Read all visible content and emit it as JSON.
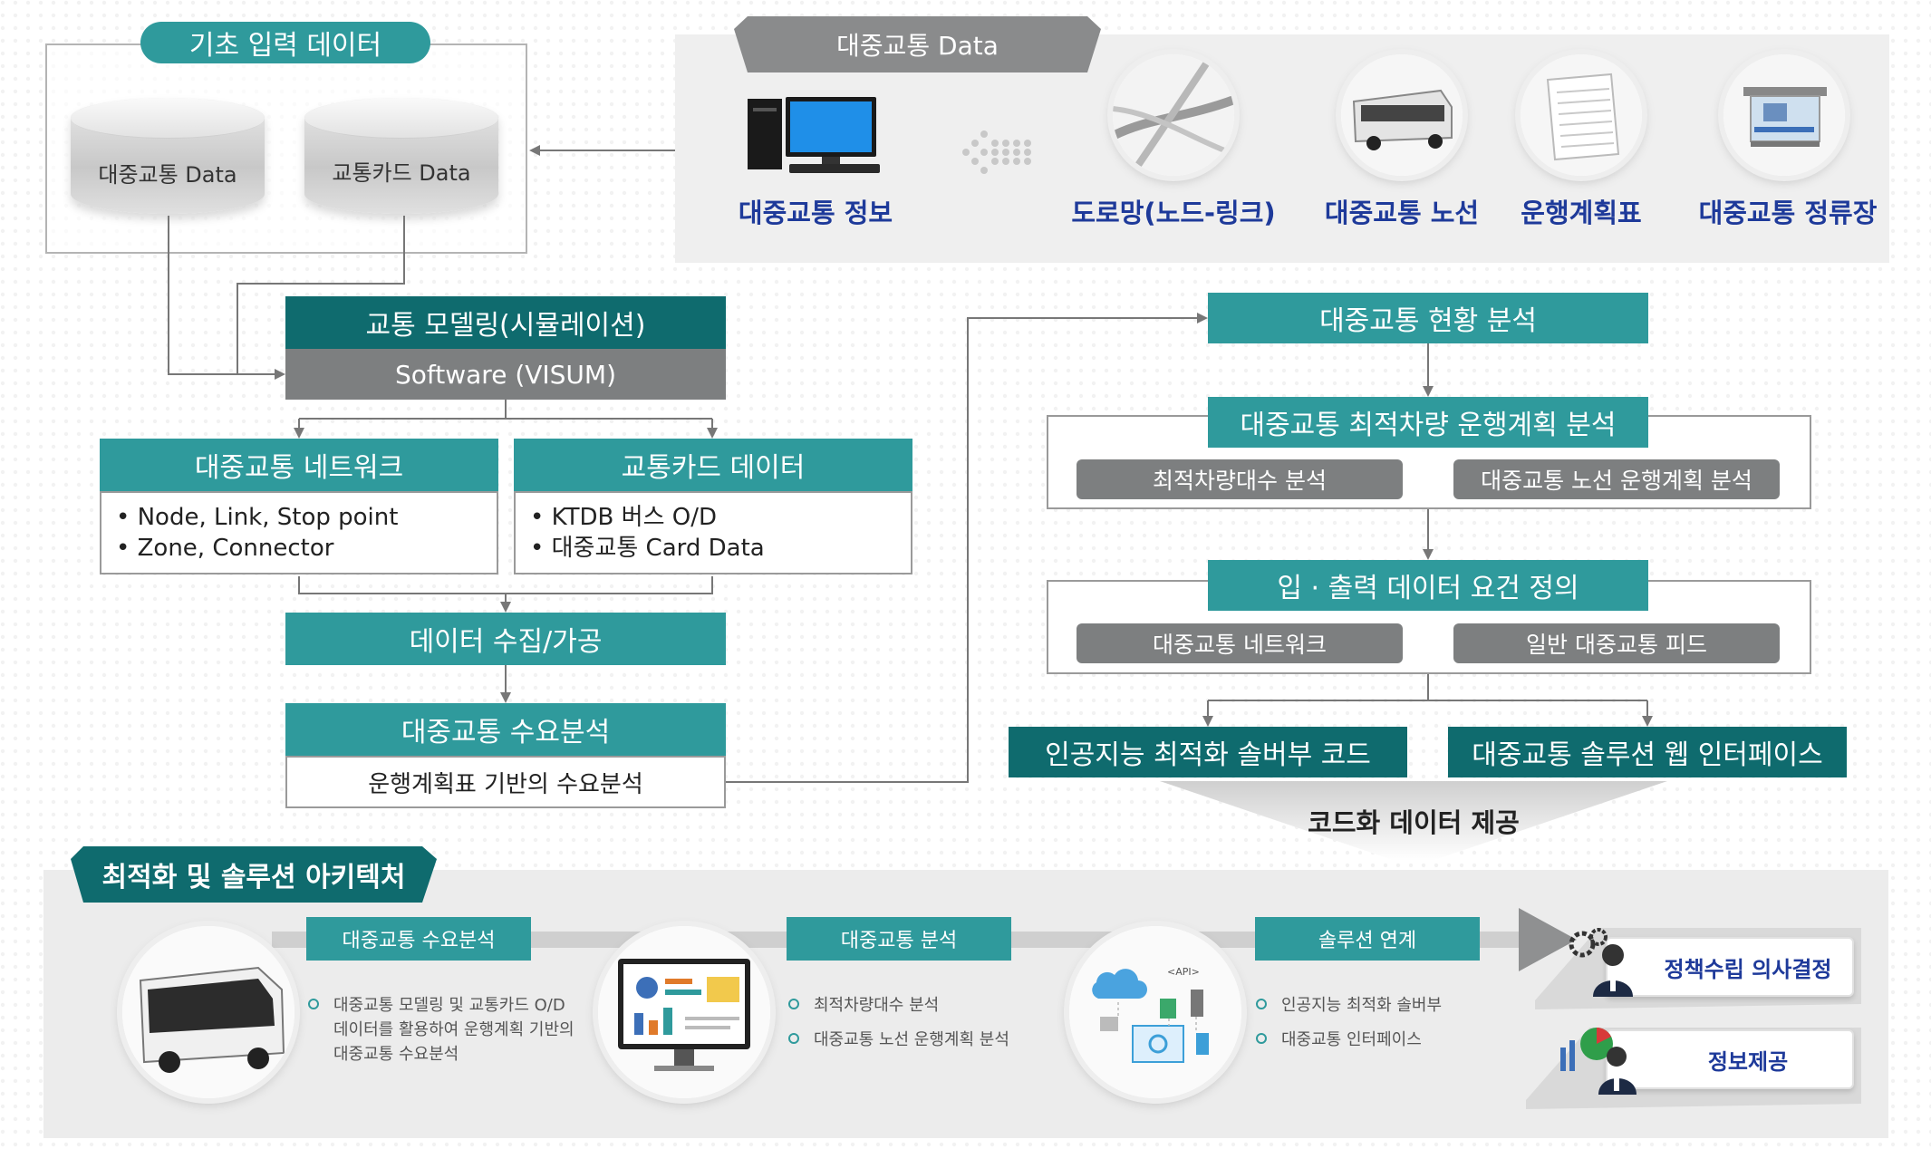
{
  "basic_input": {
    "title": "기초 입력 데이터",
    "db1": "대중교통 Data",
    "db2": "교통카드 Data"
  },
  "transit_data": {
    "title": "대중교통 Data",
    "info_label": "대중교통 정보",
    "items": [
      "도로망(노드-링크)",
      "대중교통 노선",
      "운행계획표",
      "대중교통 정류장"
    ]
  },
  "modeling": {
    "title": "교통 모델링(시뮬레이션)",
    "software": "Software (VISUM)"
  },
  "network": {
    "title": "대중교통 네트워크",
    "bullets": [
      "Node, Link, Stop point",
      "Zone, Connector"
    ]
  },
  "card_data": {
    "title": "교통카드 데이터",
    "bullets": [
      "KTDB 버스 O/D",
      "대중교통 Card Data"
    ]
  },
  "collect": {
    "title": "데이터 수집/가공"
  },
  "demand": {
    "title": "대중교통 수요분석",
    "sub": "운행계획표 기반의 수요분석"
  },
  "status": {
    "title": "대중교통 현황 분석"
  },
  "optimal": {
    "title": "대중교통 최적차량 운행계획 분석",
    "left": "최적차량대수 분석",
    "right": "대중교통 노선 운행계획 분석"
  },
  "io": {
    "title": "입 · 출력 데이터 요건 정의",
    "left": "대중교통 네트워크",
    "right": "일반 대중교통 피드"
  },
  "ai_code": {
    "title": "인공지능 최적화 솔버부 코드"
  },
  "web": {
    "title": "대중교통 솔루션 웹 인터페이스"
  },
  "code_provide": "코드화 데이터 제공",
  "architecture": {
    "title": "최적화 및 솔루션 아키텍처",
    "stage1": {
      "label": "대중교통 수요분석",
      "lines": [
        "대중교통 모델링 및 교통카드 O/D",
        "데이터를 활용하여 운행계획 기반의",
        "대중교통 수요분석"
      ]
    },
    "stage2": {
      "label": "대중교통 분석",
      "items": [
        "최적차량대수 분석",
        "대중교통 노선 운행계획 분석"
      ]
    },
    "stage3": {
      "label": "솔루션 연계",
      "items": [
        "인공지능 최적화 솔버부",
        "대중교통 인터페이스"
      ]
    },
    "out1": "정책수립 의사결정",
    "out2": "정보제공",
    "api_label": "<API>"
  },
  "colors": {
    "teal": "#2f9a9c",
    "dark_teal": "#0f6b6e",
    "gray": "#7d7f80",
    "navy": "#1e3a9a"
  }
}
